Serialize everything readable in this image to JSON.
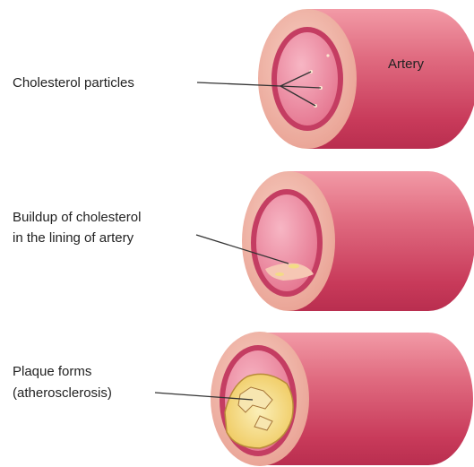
{
  "labels": {
    "artery": "Artery",
    "particles": "Cholesterol particles",
    "buildup_line1": "Buildup of cholesterol",
    "buildup_line2": "in the lining of artery",
    "plaque_line1": "Plaque forms",
    "plaque_line2": "(atherosclerosis)"
  },
  "colors": {
    "vessel_body": "#d9596f",
    "vessel_rim": "#f0b3a8",
    "lumen": "#ec8ea3",
    "lining_ring": "#c43d62",
    "plaque_fill": "#f3dc86",
    "plaque_outline": "#b98b3a",
    "leader_line": "#333333"
  }
}
